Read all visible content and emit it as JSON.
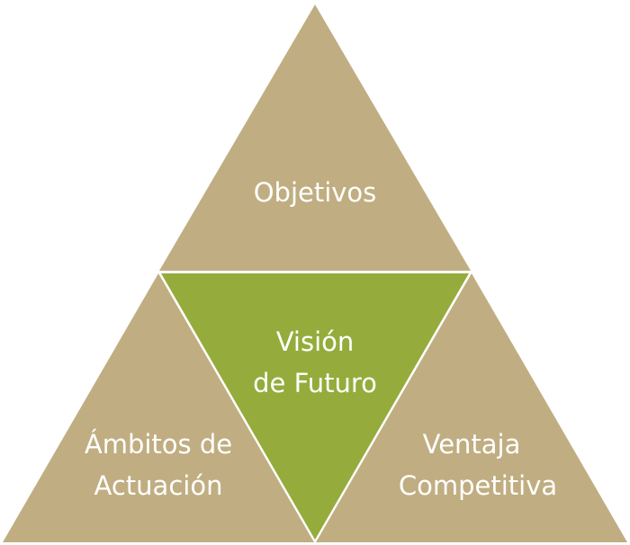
{
  "colors": {
    "outer": "#C0AE82",
    "center": "#95AC3C",
    "text": "#FFFFFF"
  },
  "triangles": {
    "top": {
      "lines": [
        "Objetivos"
      ]
    },
    "center": {
      "lines": [
        "Visión",
        "de Futuro"
      ]
    },
    "left": {
      "lines": [
        "Ámbitos de",
        "Actuación"
      ]
    },
    "right": {
      "lines": [
        "Ventaja",
        "Competitiva"
      ]
    }
  }
}
